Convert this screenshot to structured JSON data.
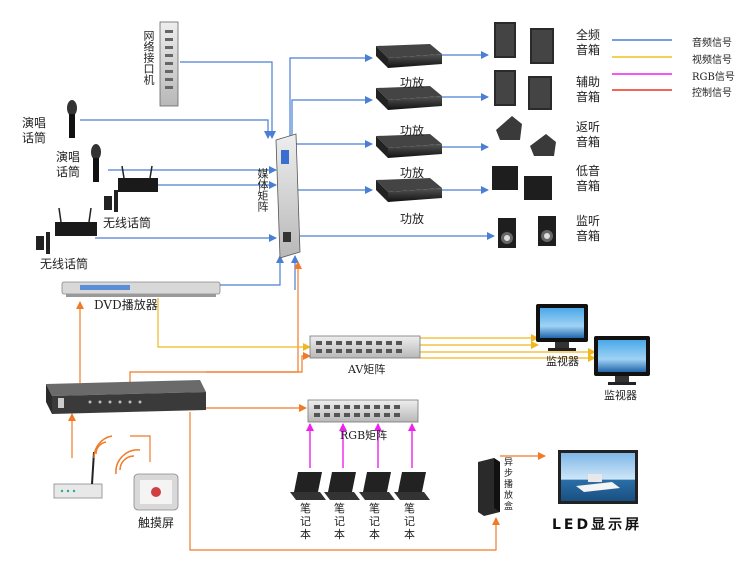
{
  "legend": [
    {
      "label": "音频信号",
      "color": "#4a7fd4"
    },
    {
      "label": "视频信号",
      "color": "#f0c020"
    },
    {
      "label": "RGB信号",
      "color": "#ee22ee"
    },
    {
      "label": "控制信号",
      "color": "#ee3322"
    }
  ],
  "devices": {
    "network_interface": "网络接口机",
    "media_matrix": "媒体矩阵",
    "amp_labels": [
      "功放",
      "功放",
      "功放",
      "功放"
    ],
    "mic1": [
      "演唱",
      "话筒"
    ],
    "mic2": [
      "演唱",
      "话筒"
    ],
    "wireless_mic1": "无线话筒",
    "wireless_mic2": "无线话筒",
    "dvd": "DVD播放器",
    "av_matrix": "AV矩阵",
    "rgb_matrix": "RGB矩阵",
    "monitor1": "监视器",
    "monitor2": "监视器",
    "touchscreen": "触摸屏",
    "async_player": [
      "异",
      "步",
      "播",
      "放",
      "盒"
    ],
    "led_screen": "LED显示屏",
    "laptops": [
      [
        "笔",
        "记",
        "本"
      ],
      [
        "笔",
        "记",
        "本"
      ],
      [
        "笔",
        "记",
        "本"
      ],
      [
        "笔",
        "记",
        "本"
      ]
    ]
  },
  "speakers": {
    "full_range": [
      "全频",
      "音箱"
    ],
    "aux": [
      "辅助",
      "音箱"
    ],
    "return": [
      "返听",
      "音箱"
    ],
    "sub": [
      "低音",
      "音箱"
    ],
    "monitor": [
      "监听",
      "音箱"
    ]
  }
}
